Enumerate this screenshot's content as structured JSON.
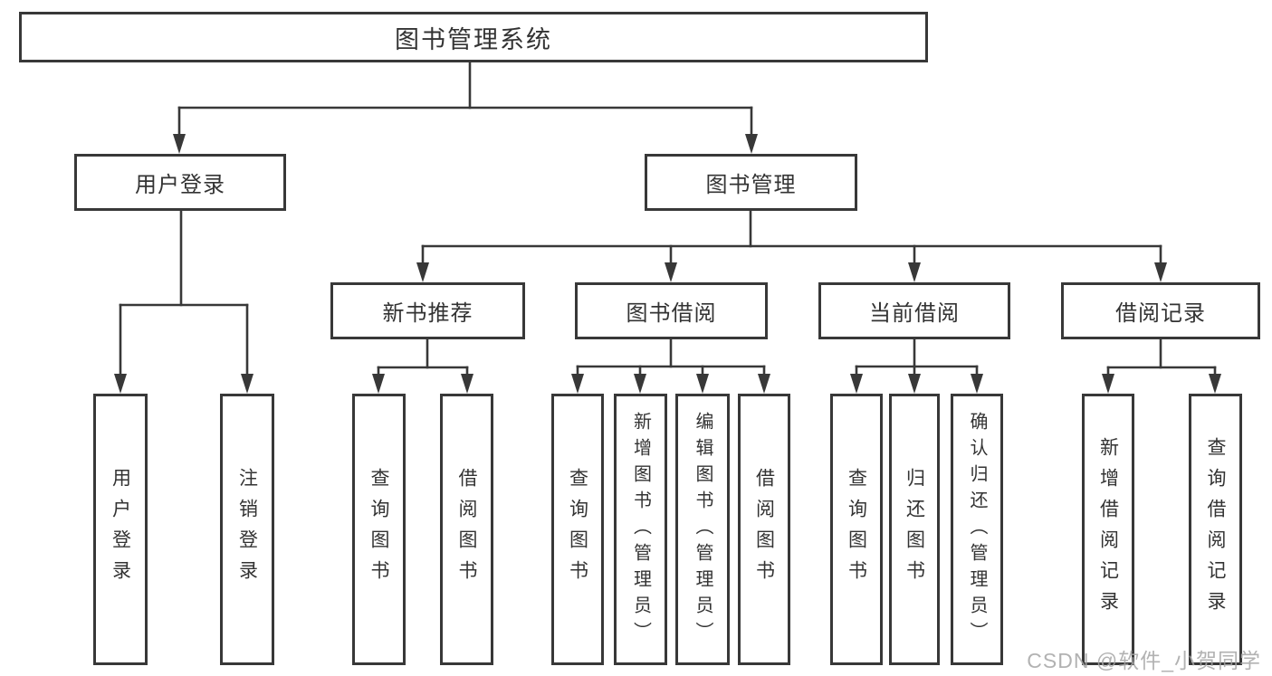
{
  "tree": {
    "label": "图书管理系统",
    "children": [
      {
        "label": "用户登录",
        "children": [
          {
            "label": "用户登录"
          },
          {
            "label": "注销登录"
          }
        ]
      },
      {
        "label": "图书管理",
        "children": [
          {
            "label": "新书推荐",
            "children": [
              {
                "label": "查询图书"
              },
              {
                "label": "借阅图书"
              }
            ]
          },
          {
            "label": "图书借阅",
            "children": [
              {
                "label": "查询图书"
              },
              {
                "label": "新增图书（管理员）"
              },
              {
                "label": "编辑图书（管理员）"
              },
              {
                "label": "借阅图书"
              }
            ]
          },
          {
            "label": "当前借阅",
            "children": [
              {
                "label": "查询图书"
              },
              {
                "label": "归还图书"
              },
              {
                "label": "确认归还（管理员）"
              }
            ]
          },
          {
            "label": "借阅记录",
            "children": [
              {
                "label": "新增借阅记录"
              },
              {
                "label": "查询借阅记录"
              }
            ]
          }
        ]
      }
    ]
  },
  "watermark": "CSDN @软件_小贺同学",
  "colors": {
    "line": "#383838",
    "text": "#333333",
    "background": "#ffffff",
    "watermark": "rgba(165,165,165,0.85)"
  }
}
